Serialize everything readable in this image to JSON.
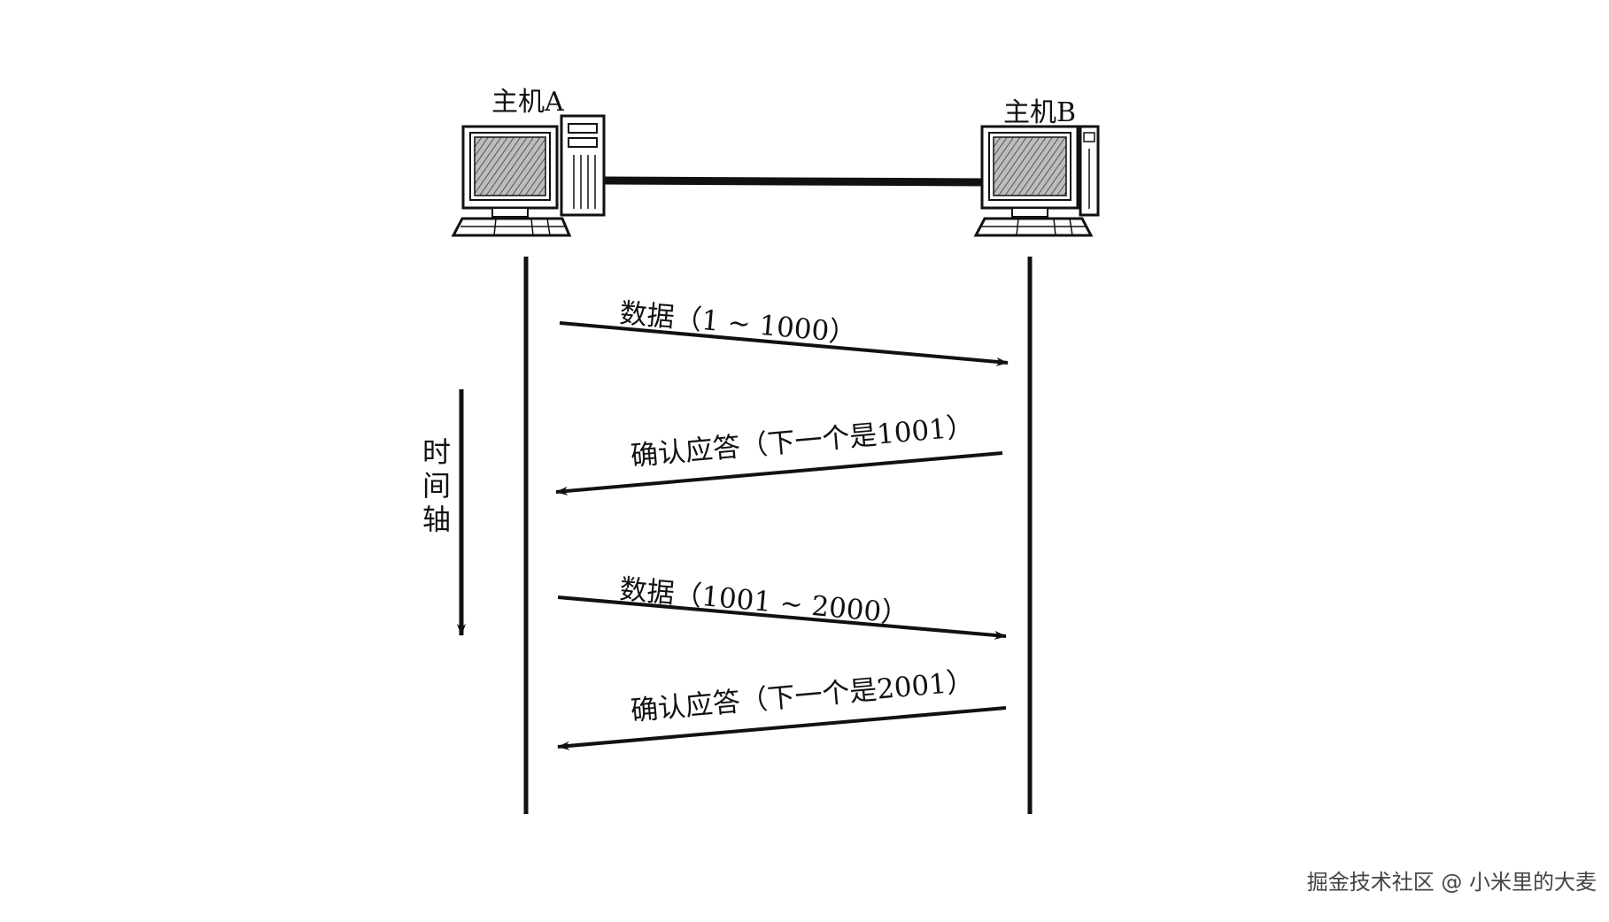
{
  "hosts": {
    "a_label": "主机A",
    "b_label": "主机B"
  },
  "time_axis": {
    "chars": [
      "时",
      "间",
      "轴"
    ]
  },
  "messages": [
    {
      "label": "数据（1 ~ 1000）",
      "direction": "A→B"
    },
    {
      "label": "确认应答（下一个是1001）",
      "direction": "B→A"
    },
    {
      "label": "数据（1001 ~ 2000）",
      "direction": "A→B"
    },
    {
      "label": "确认应答（下一个是2001）",
      "direction": "B→A"
    }
  ],
  "watermark": "掘金技术社区 @ 小米里的大麦"
}
